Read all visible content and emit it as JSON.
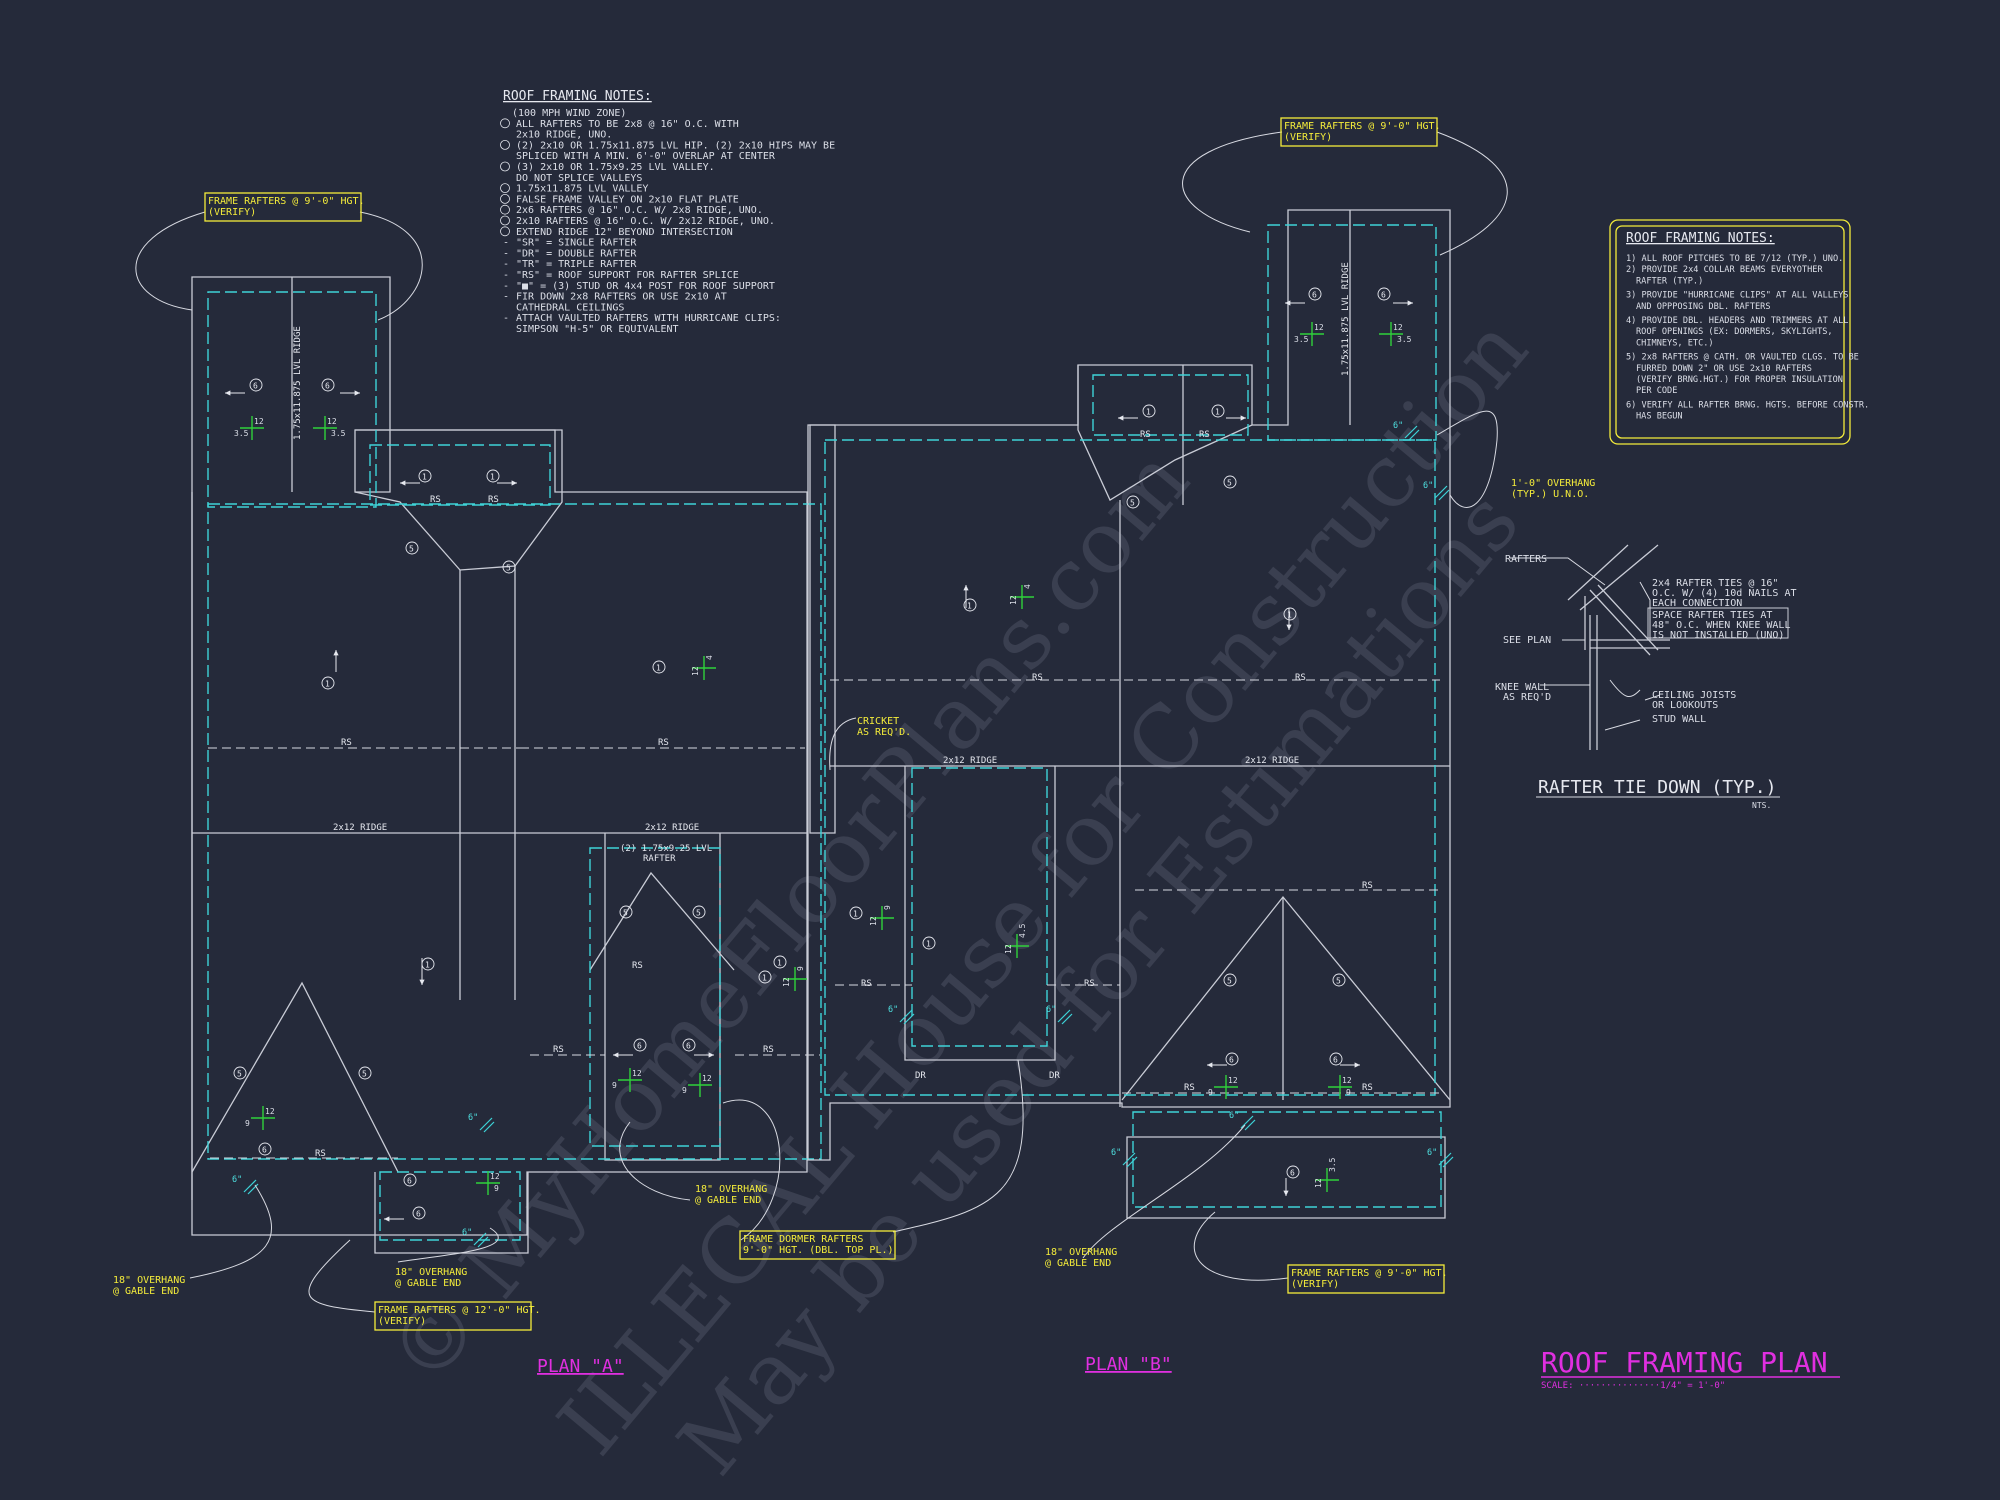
{
  "notes_left": {
    "title": "ROOF FRAMING NOTES:",
    "lines": [
      "(100 MPH WIND ZONE)",
      "ALL RAFTERS TO BE 2x8 @ 16\" O.C. WITH",
      "2x10 RIDGE, UNO.",
      "(2) 2x10 OR 1.75x11.875 LVL HIP. (2) 2x10 HIPS MAY BE",
      "SPLICED WITH A MIN. 6'-0\" OVERLAP AT CENTER",
      "(3) 2x10 OR 1.75x9.25 LVL VALLEY.",
      "DO NOT SPLICE VALLEYS",
      "1.75x11.875 LVL VALLEY",
      "FALSE FRAME VALLEY ON 2x10 FLAT PLATE",
      "2x6 RAFTERS @ 16\" O.C. W/ 2x8 RIDGE, UNO.",
      "2x10 RAFTERS @ 16\" O.C. W/ 2x12 RIDGE, UNO.",
      "EXTEND RIDGE 12\" BEYOND INTERSECTION",
      "\"SR\" = SINGLE RAFTER",
      "\"DR\" = DOUBLE RAFTER",
      "\"TR\" = TRIPLE RAFTER",
      "\"RS\" = ROOF SUPPORT FOR RAFTER SPLICE",
      "\"■\" = (3) STUD OR 4x4 POST FOR ROOF SUPPORT",
      "FIR DOWN 2x8 RAFTERS OR USE 2x10 AT",
      "CATHEDRAL CEILINGS",
      "ATTACH VAULTED RAFTERS WITH HURRICANE CLIPS:",
      "SIMPSON \"H-5\" OR EQUIVALENT"
    ]
  },
  "notes_right": {
    "title": "ROOF FRAMING NOTES:",
    "lines": [
      "1) ALL ROOF PITCHES TO BE  7/12 (TYP.) UNO.",
      "2) PROVIDE 2x4 COLLAR BEAMS EVERYOTHER",
      "RAFTER (TYP.)",
      "3) PROVIDE \"HURRICANE CLIPS\" AT ALL VALLEYS",
      "AND OPPPOSING DBL. RAFTERS",
      "4) PROVIDE DBL. HEADERS AND TRIMMERS AT ALL",
      "ROOF OPENINGS (EX: DORMERS, SKYLIGHTS,",
      "CHIMNEYS, ETC.)",
      "5) 2x8 RAFTERS @ CATH. OR VAULTED CLGS. TO BE",
      "FURRED DOWN 2\" OR USE 2x10 RAFTERS",
      "(VERIFY BRNG.HGT.) FOR PROPER INSULATION",
      "PER CODE",
      "6) VERIFY ALL RAFTER BRNG. HGTS. BEFORE CONSTR.",
      "HAS BEGUN"
    ]
  },
  "callouts": {
    "frame_9_left": [
      "FRAME RAFTERS @ 9'-0\" HGT.",
      "(VERIFY)"
    ],
    "frame_9_top": [
      "FRAME RAFTERS @ 9'-0\" HGT.",
      "(VERIFY)"
    ],
    "frame_12": [
      "FRAME RAFTERS @ 12'-0\" HGT.",
      "(VERIFY)"
    ],
    "frame_dormer": [
      "FRAME DORMER RAFTERS",
      "9'-0\" HGT. (DBL. TOP PL.)"
    ],
    "frame_9_bottom": [
      "FRAME RAFTERS @ 9'-0\" HGT.",
      "(VERIFY)"
    ],
    "overhang_typ": [
      "1'-0\" OVERHANG",
      "(TYP.) U.N.O."
    ],
    "overhang_a1": [
      "18\" OVERHANG",
      "@ GABLE END"
    ],
    "overhang_a2": [
      "18\" OVERHANG",
      "@ GABLE END"
    ],
    "overhang_a3": [
      "18\" OVERHANG",
      "@ GABLE END"
    ],
    "overhang_b": [
      "18\" OVERHANG",
      "@ GABLE END"
    ],
    "cricket": [
      "CRICKET",
      "AS REQ'D."
    ]
  },
  "plan_labels": {
    "ridge_lvl": "1.75x11.875 LVL RIDGE",
    "ridge_2x12": "2x12 RIDGE",
    "lvl_rafter": [
      "(2) 1.75x9.25 LVL",
      "RAFTER"
    ],
    "rs": "RS",
    "dr": "DR",
    "pitch_12": "12",
    "pitch_35": "3.5",
    "pitch_4": "4",
    "pitch_9": "9",
    "pitch_45": "4.5",
    "pitch_6in": "6\""
  },
  "detail": {
    "rafters": "RAFTERS",
    "ties": [
      "2x4 RAFTER TIES @ 16\"",
      "O.C. W/ (4) 10d NAILS AT",
      "EACH CONNECTION"
    ],
    "space": [
      "SPACE RAFTER TIES AT",
      "48\" O.C. WHEN KNEE WALL",
      "IS NOT INSTALLED (UNO)"
    ],
    "see_plan": "SEE PLAN",
    "knee": [
      "KNEE WALL",
      "AS REQ'D"
    ],
    "joists": [
      "CEILING JOISTS",
      "OR LOOKOUTS"
    ],
    "stud": "STUD WALL",
    "title": "RAFTER TIE DOWN (TYP.)",
    "nts": "NTS."
  },
  "titles": {
    "plan_a": "PLAN \"A\"",
    "plan_b": "PLAN \"B\"",
    "main": "ROOF FRAMING PLAN",
    "scale": "SCALE: ···············1/4\" = 1'-0\""
  },
  "watermark": [
    "© MyHomeFloorPlans.com",
    "ILLEGAL House for Construction",
    "May be used for Estimations"
  ],
  "colors": {
    "background": "#252a3a",
    "cyan": "#3ed3d8",
    "yellow": "#f4ec3a",
    "magenta": "#e02fe0",
    "green": "#2fd13a"
  }
}
